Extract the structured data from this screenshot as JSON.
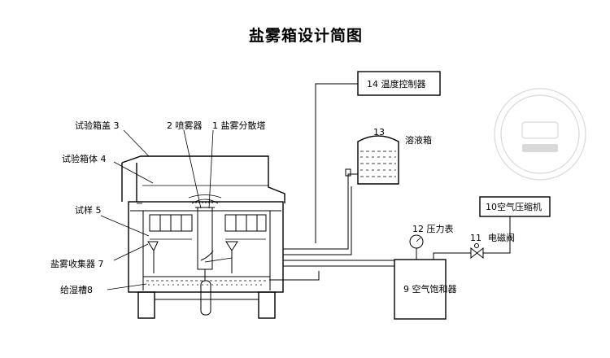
{
  "title": "盐雾箱设计简图",
  "labels": {
    "lid": "试验箱盖 3",
    "body": "试验箱体 4",
    "sample": "试样 5",
    "collector": "盐雾收集器 7",
    "humidifier": "给湿槽8",
    "sprayer": "2 喷雾器",
    "tower": "1 盐雾分散塔",
    "temp": "14 温度控制器",
    "tank_num": "13",
    "tank": "溶液箱",
    "gauge": "12  压力表",
    "valve_num": "11",
    "valve": "电磁阀",
    "compressor": "10空气压缩机",
    "saturator": "9 空气饱和器"
  }
}
